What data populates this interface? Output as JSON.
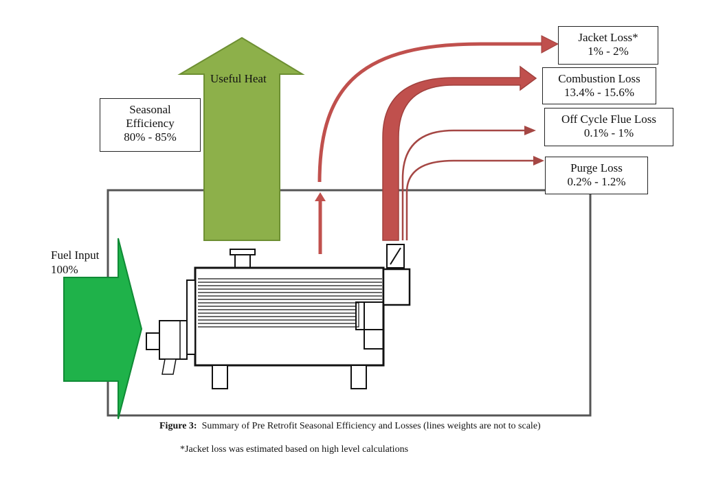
{
  "labels": {
    "useful_heat": "Useful Heat",
    "fuel_input_title": "Fuel Input",
    "fuel_input_value": "100%",
    "seasonal_title_1": "Seasonal",
    "seasonal_title_2": "Efficiency",
    "seasonal_value": "80% - 85%",
    "jacket_title": "Jacket Loss*",
    "jacket_value": "1% - 2%",
    "combustion_title": "Combustion Loss",
    "combustion_value": "13.4%  - 15.6%",
    "offcycle_title": "Off Cycle Flue Loss",
    "offcycle_value": "0.1% - 1%",
    "purge_title": "Purge Loss",
    "purge_value": "0.2% - 1.2%"
  },
  "caption": {
    "figure_label": "Figure 3:",
    "figure_text": "  Summary of Pre Retrofit Seasonal Efficiency and Losses (lines weights are not to scale)",
    "footnote": "*Jacket loss was estimated based on high level calculations"
  },
  "colors": {
    "useful_heat": "#8db04a",
    "fuel_input": "#1fb24a",
    "loss_arrow": "#c0504d",
    "outline": "#555555"
  }
}
